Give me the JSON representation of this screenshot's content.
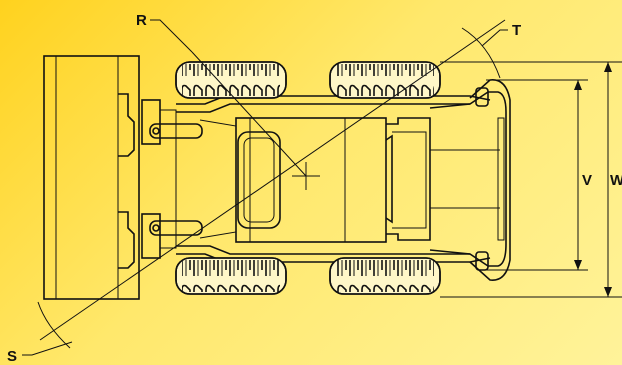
{
  "labels": {
    "r": "R",
    "t": "T",
    "s": "S",
    "v": "V",
    "w": "W"
  },
  "colors": {
    "background_start": "#ffd21e",
    "background_end": "#fff39a",
    "ink": "#111111"
  }
}
